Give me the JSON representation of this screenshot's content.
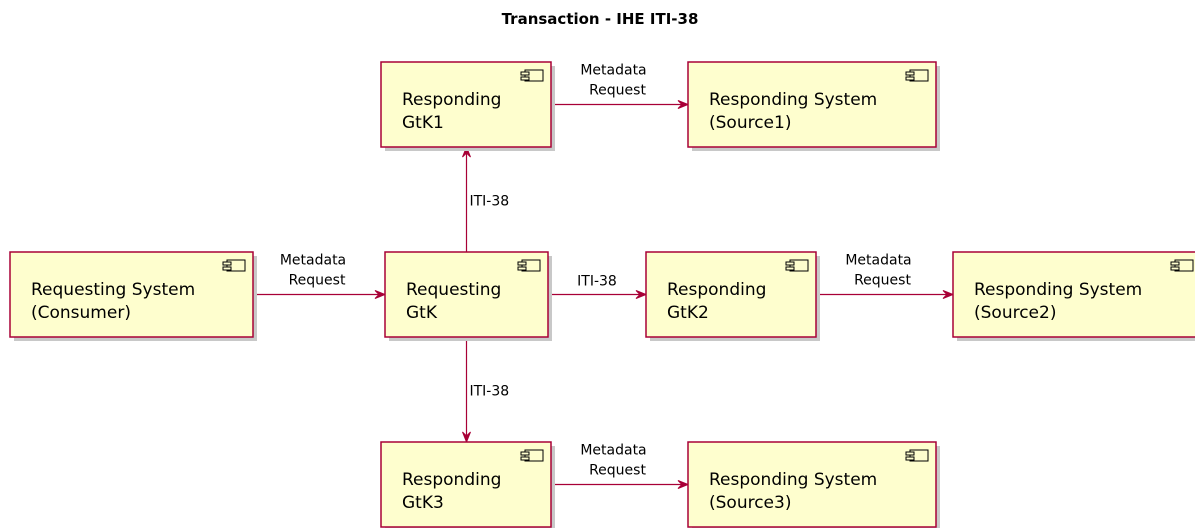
{
  "title": "Transaction - IHE ITI-38",
  "colors": {
    "box_fill": "#FEFECE",
    "box_border": "#A80036",
    "arrow": "#A80036",
    "background": "#FFFFFF"
  },
  "icon": "component-icon",
  "nodes": [
    {
      "id": "consumer",
      "line1": "Requesting System",
      "line2": "(Consumer)"
    },
    {
      "id": "reqgtk",
      "line1": "Requesting",
      "line2": "GtK"
    },
    {
      "id": "gtk1",
      "line1": "Responding",
      "line2": "GtK1"
    },
    {
      "id": "gtk2",
      "line1": "Responding",
      "line2": "GtK2"
    },
    {
      "id": "gtk3",
      "line1": "Responding",
      "line2": "GtK3"
    },
    {
      "id": "src1",
      "line1": "Responding System",
      "line2": "(Source1)"
    },
    {
      "id": "src2",
      "line1": "Responding System",
      "line2": "(Source2)"
    },
    {
      "id": "src3",
      "line1": "Responding System",
      "line2": "(Source3)"
    }
  ],
  "edges": [
    {
      "from": "consumer",
      "to": "reqgtk",
      "line1": "Metadata",
      "line2": "Request"
    },
    {
      "from": "reqgtk",
      "to": "gtk1",
      "line1": "ITI-38",
      "line2": ""
    },
    {
      "from": "reqgtk",
      "to": "gtk2",
      "line1": "ITI-38",
      "line2": ""
    },
    {
      "from": "reqgtk",
      "to": "gtk3",
      "line1": "ITI-38",
      "line2": ""
    },
    {
      "from": "gtk1",
      "to": "src1",
      "line1": "Metadata",
      "line2": "Request"
    },
    {
      "from": "gtk2",
      "to": "src2",
      "line1": "Metadata",
      "line2": "Request"
    },
    {
      "from": "gtk3",
      "to": "src3",
      "line1": "Metadata",
      "line2": "Request"
    }
  ]
}
